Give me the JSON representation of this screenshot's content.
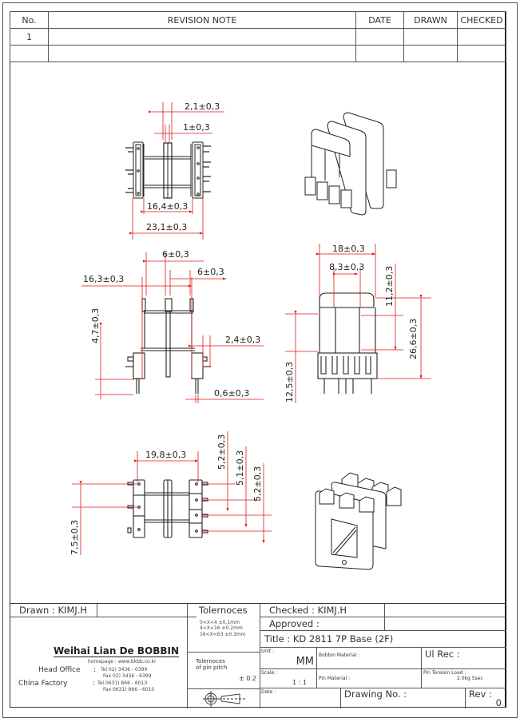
{
  "revision_table": {
    "headers": [
      "No.",
      "REVISION  NOTE",
      "DATE",
      "DRAWN",
      "CHECKED"
    ],
    "rows": [
      [
        "1",
        "",
        "",
        "",
        ""
      ],
      [
        "",
        "",
        "",
        "",
        ""
      ]
    ]
  },
  "dimensions": {
    "top_view": [
      "2,1±0,3",
      "1±0,3",
      "16,4±0,3",
      "23,1±0,3"
    ],
    "front_view": [
      "6±0,3",
      "6±0,3",
      "16,3±0,3",
      "4,7±0,3",
      "2,4±0,3",
      "0,6±0,3"
    ],
    "side_view": [
      "18±0,3",
      "8,3±0,3",
      "11,2±0,3",
      "26,6±0,3",
      "12,5±0,3"
    ],
    "bottom_view": [
      "19,8±0,3",
      "5,2±0,3",
      "5,1±0,3",
      "5,2±0,3",
      "7,5±0,3"
    ]
  },
  "title_block": {
    "drawn": "Drawn :  KIMJ.H",
    "company": "Weihai Lian De BOBBIN",
    "homepage": "homepage : www.bkbb.co.kr",
    "head_office_label": "Head Office",
    "head_office_tel": "Tel   02) 3436 - 0399",
    "head_office_fax": "Fax   02) 3436 - 6399",
    "china_factory_label": "China Factory",
    "china_factory_tel": "Tel   0631) 866 - 6013",
    "china_factory_fax": "Fax   0631) 866 - 6010",
    "tolerances_title": "Tolernoces",
    "tolerances": [
      "0<X<4    ±0.1mm",
      "4<X<16   ±0.2mm",
      "16<X<63  ±0.3mm"
    ],
    "pin_pitch_label_1": "Tolernoces",
    "pin_pitch_label_2": "of pin pitch",
    "pin_pitch_value": "± 0.2",
    "checked": "Checked :  KIMJ.H",
    "approved": "Approved :",
    "title": "Title :  KD 2811 7P Base (2F)",
    "unit_label": "Unit :",
    "unit_value": "MM",
    "bobbin_material": "Bobbin Material :",
    "ul_rec": "Ul Rec :",
    "scale_label": "Scale :",
    "scale_value": "1 : 1",
    "pin_material": "Pin Material :",
    "pin_tension_label": "Pin Tension Load :",
    "pin_tension_value": "2.0kg 5sec",
    "date_label": "Date :",
    "drawing_no": "Drawing No.  :",
    "rev_label": "Rev :",
    "rev_value": "0"
  },
  "colors": {
    "dimension_line": "#e01818",
    "outline": "#222222"
  }
}
